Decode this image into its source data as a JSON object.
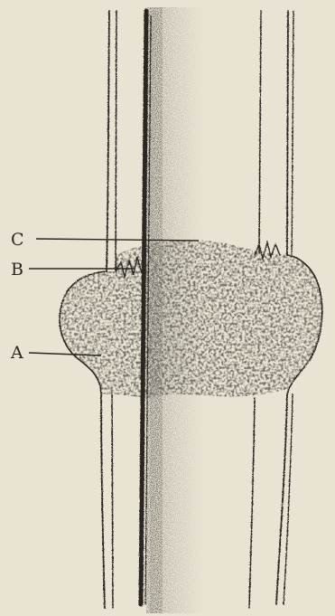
{
  "figure": {
    "labels": {
      "c": "C",
      "b": "B",
      "a": "A"
    },
    "colors": {
      "paper": "#e9e3d3",
      "ink": "#2a2622"
    }
  }
}
